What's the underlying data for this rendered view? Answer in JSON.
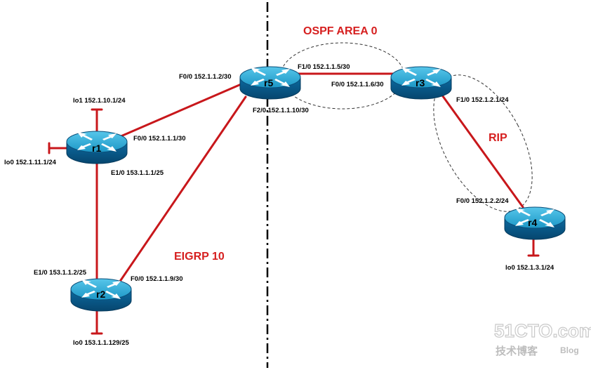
{
  "colors": {
    "link": "#c8171b",
    "router_top": "#1a9ec9",
    "router_side": "#0a5f93",
    "protocol": "#d61f1f"
  },
  "protocols": {
    "ospf": "OSPF AREA 0",
    "rip": "RIP",
    "eigrp": "EIGRP 10"
  },
  "routers": {
    "r1": {
      "name": "r1",
      "e10_if": "lo1 152.1.10.1/24",
      "lo0_if": "lo0 152.1.11.1/24",
      "f00_if": "F0/0 152.1.1.1/30",
      "e10_phys": "E1/0 153.1.1.1/25"
    },
    "r2": {
      "name": "r2",
      "e10_if": "E1/0 153.1.1.2/25",
      "f00_if": "F0/0 152.1.1.9/30",
      "lo0_if": "lo0 153.1.1.129/25"
    },
    "r3": {
      "name": "r3",
      "f00_if": "F0/0 152.1.1.6/30",
      "f10_if": "F1/0 152.1.2.1/24"
    },
    "r4": {
      "name": "r4",
      "f00_if": "F0/0 152.1.2.2/24",
      "lo0_if": "lo0 152.1.3.1/24"
    },
    "r5": {
      "name": "r5",
      "f00_if": "F0/0 152.1.1.2/30",
      "f10_if": "F1/0 152.1.1.5/30",
      "f20_if": "F2/0 152.1.1.10/30"
    }
  },
  "watermark": {
    "line1": "51CTO.com",
    "line2": "技术博客",
    "line3": "Blog"
  }
}
